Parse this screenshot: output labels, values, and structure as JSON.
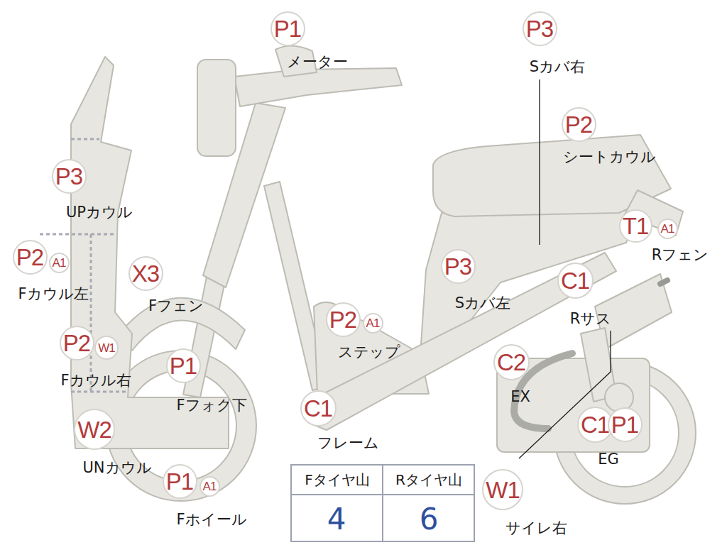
{
  "diagram": {
    "nodes": [
      {
        "text": [
          "P1"
        ]
      },
      {
        "text": [
          "P3"
        ]
      },
      {
        "text": [
          "P2"
        ]
      },
      {
        "text": [
          "P3"
        ]
      },
      {
        "text": [
          "T1"
        ]
      },
      {
        "text": [
          "A1"
        ]
      },
      {
        "text": [
          "P2"
        ]
      },
      {
        "text": [
          "A1"
        ]
      },
      {
        "text": [
          "X3"
        ]
      },
      {
        "text": [
          "P3"
        ]
      },
      {
        "text": [
          "C1"
        ]
      },
      {
        "text": [
          "P2"
        ]
      },
      {
        "text": [
          "A1"
        ]
      },
      {
        "text": [
          "P2"
        ]
      },
      {
        "text": [
          "W1"
        ]
      },
      {
        "text": [
          "P1"
        ]
      },
      {
        "text": [
          "C2"
        ]
      },
      {
        "text": [
          "C1"
        ]
      },
      {
        "text": [
          "W2"
        ]
      },
      {
        "text": [
          "C1"
        ]
      },
      {
        "text": [
          "P1"
        ]
      },
      {
        "text": [
          "P1"
        ]
      },
      {
        "text": [
          "A1"
        ]
      },
      {
        "text": [
          "W1"
        ]
      }
    ],
    "labels": [
      "メーター",
      "Sカバ右",
      "シートカウル",
      "UPカウル",
      "Rフェン",
      "Fカウル左",
      "Fフェン",
      "Sカバ左",
      "Rサス",
      "ステップ",
      "Fカウル右",
      "Fフォク下",
      "EX",
      "フレーム",
      "UNカウル",
      "EG",
      "Fホイール",
      "サイレ右",
      "Fタイヤ山",
      "Rタイヤ山",
      "4",
      "6"
    ]
  }
}
